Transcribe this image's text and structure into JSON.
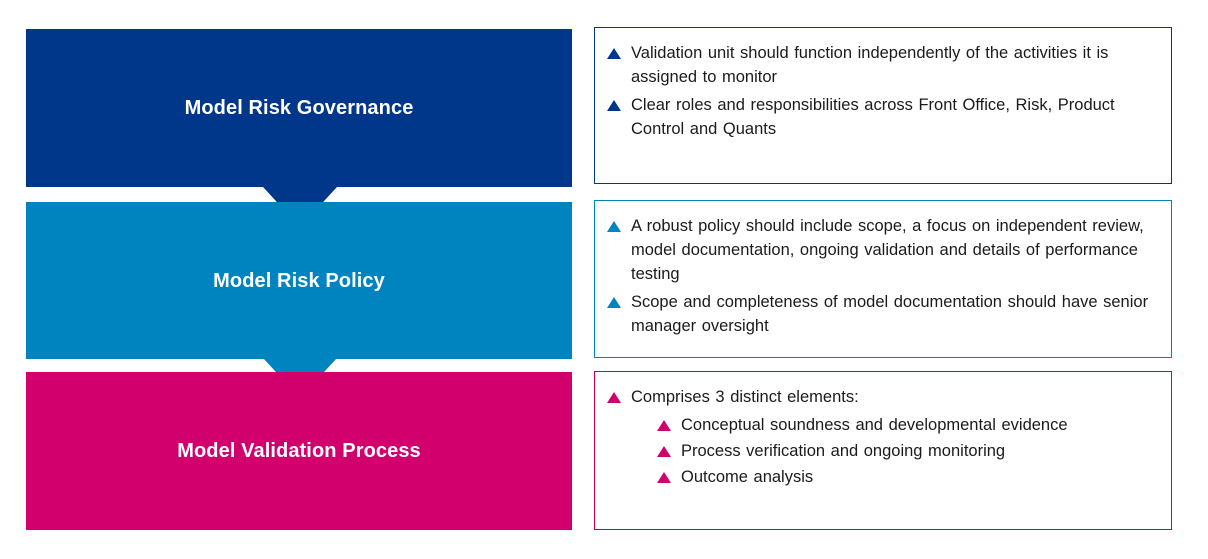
{
  "colors": {
    "governance_blue": "#00378a",
    "policy_blue": "#0084bf",
    "validation_magenta": "#d2006d",
    "panel_border_magenta": "#c2005f",
    "text_black": "#1b1b1b",
    "label_white": "#ffffff"
  },
  "stages": [
    {
      "label": "Model Risk Governance",
      "color": "#00378a",
      "bullet_icon": "triangle-up-icon"
    },
    {
      "label": "Model Risk Policy",
      "color": "#0084bf",
      "bullet_icon": "triangle-up-icon"
    },
    {
      "label": "Model Validation Process",
      "color": "#d2006d",
      "bullet_icon": "triangle-up-icon"
    }
  ],
  "arrows": [
    {
      "direction": "down",
      "color": "#00378a",
      "icon": "arrow-down-icon"
    },
    {
      "direction": "down",
      "color": "#0084bf",
      "icon": "arrow-down-icon"
    }
  ],
  "panels": [
    {
      "accent": "#00378a",
      "bullets": [
        {
          "level": 1,
          "text": "Validation unit should function independently of the activities it is assigned to monitor"
        },
        {
          "level": 1,
          "text": "Clear roles and responsibilities across Front Office, Risk, Product Control and Quants"
        }
      ]
    },
    {
      "accent": "#0084bf",
      "bullets": [
        {
          "level": 1,
          "text": "A robust policy should include scope, a focus on independent review, model documentation, ongoing validation and details of performance testing"
        },
        {
          "level": 1,
          "text": "Scope and completeness of model documentation should have senior manager oversight"
        }
      ]
    },
    {
      "accent": "#d2006d",
      "bullets": [
        {
          "level": 1,
          "text": "Comprises 3 distinct elements:"
        },
        {
          "level": 2,
          "text": "Conceptual soundness and developmental evidence"
        },
        {
          "level": 2,
          "text": "Process verification and ongoing monitoring"
        },
        {
          "level": 2,
          "text": "Outcome analysis"
        }
      ]
    }
  ]
}
